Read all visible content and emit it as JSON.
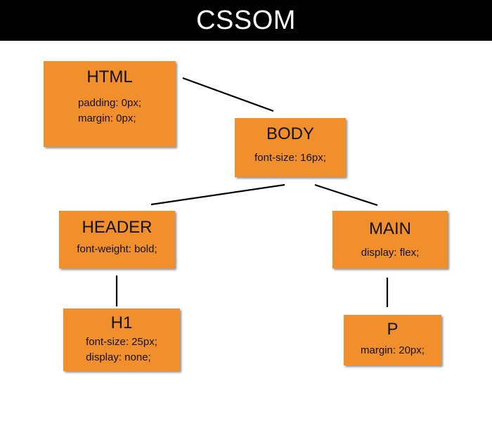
{
  "title": "CSSOM",
  "nodes": {
    "html": {
      "name": "HTML",
      "props": [
        "padding: 0px;",
        "margin: 0px;"
      ]
    },
    "body": {
      "name": "BODY",
      "props": [
        "font-size: 16px;"
      ]
    },
    "header": {
      "name": "HEADER",
      "props": [
        "font-weight: bold;"
      ]
    },
    "main": {
      "name": "MAIN",
      "props": [
        "display: flex;"
      ]
    },
    "h1": {
      "name": "H1",
      "props": [
        "font-size: 25px;",
        "display: none;"
      ]
    },
    "p": {
      "name": "P",
      "props": [
        "margin: 20px;"
      ]
    }
  },
  "colors": {
    "node_fill": "#f18f2d",
    "title_bar": "#000000",
    "title_text": "#ffffff"
  }
}
